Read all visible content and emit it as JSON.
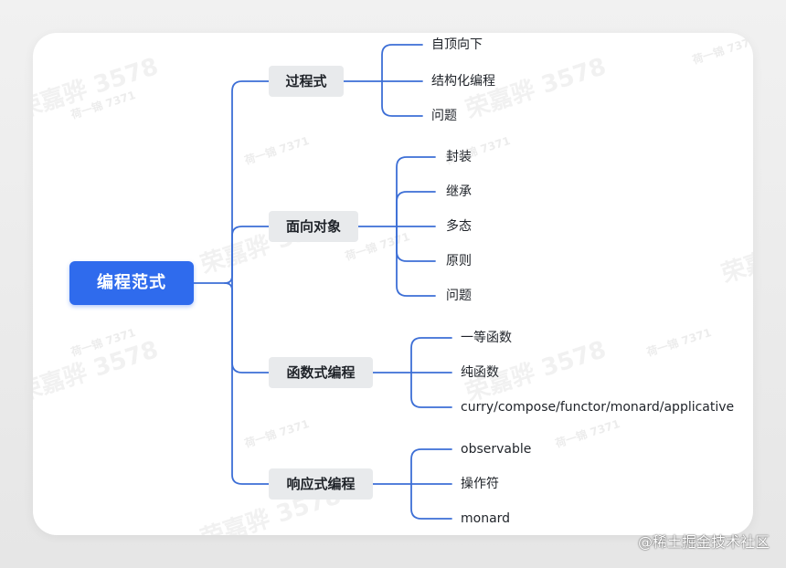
{
  "root": {
    "label": "编程范式"
  },
  "branches": [
    {
      "label": "过程式",
      "children": [
        "自顶向下",
        "结构化编程",
        "问题"
      ]
    },
    {
      "label": "面向对象",
      "children": [
        "封装",
        "继承",
        "多态",
        "原则",
        "问题"
      ]
    },
    {
      "label": "函数式编程",
      "children": [
        "一等函数",
        "纯函数",
        "curry/compose/functor/monard/applicative"
      ]
    },
    {
      "label": "响应式编程",
      "children": [
        "observable",
        "操作符",
        "monard"
      ]
    }
  ],
  "watermarks": {
    "large": "荣嘉骅 3578",
    "small": "荷一锦 7371"
  },
  "credit": "@稀土掘金技术社区",
  "colors": {
    "root_fill": "#2f6bed",
    "connector": "#3d6fd6",
    "branch_fill": "#e8eaec"
  }
}
